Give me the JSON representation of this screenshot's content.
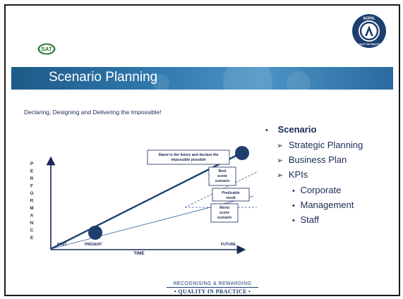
{
  "slide": {
    "title": "Scenario Planning",
    "subtitle": "Declaring, Designing and Delivering the Impossible!",
    "logo_left_text": "SAT",
    "logo_right_text_top": "AGPAL",
    "logo_right_text_bottom": "QUALITY IN PRACTICE"
  },
  "chart": {
    "y_axis_label": "PERFORMANCE",
    "x_axis_label": "TIME",
    "tick_past": "PAST",
    "tick_present": "PRESENT",
    "tick_future": "FUTURE",
    "box_future": [
      "Stand in the future and declare the",
      "impossible possible"
    ],
    "box_best": [
      "Best",
      "scene",
      "scenario"
    ],
    "box_predicable": [
      "Predicable",
      "result"
    ],
    "box_worst": [
      "Worst",
      "scene",
      "scenario"
    ]
  },
  "bullets": {
    "title": "Scenario",
    "items": [
      "Strategic Planning",
      "Business Plan",
      "KPIs"
    ],
    "subitems": [
      "Corporate",
      "Management",
      "Staff"
    ]
  },
  "footer": {
    "line1": "RECOGNISING & REWARDING",
    "line2": "• QUALITY IN PRACTICE •"
  },
  "colors": {
    "navy": "#1a2a55",
    "band": "#2f77ab",
    "accent": "#1e3f6e"
  },
  "icons": {
    "bullet_l1": "dot-bullet",
    "bullet_l2": "arrow-bullet",
    "bullet_l3": "dot-bullet"
  }
}
